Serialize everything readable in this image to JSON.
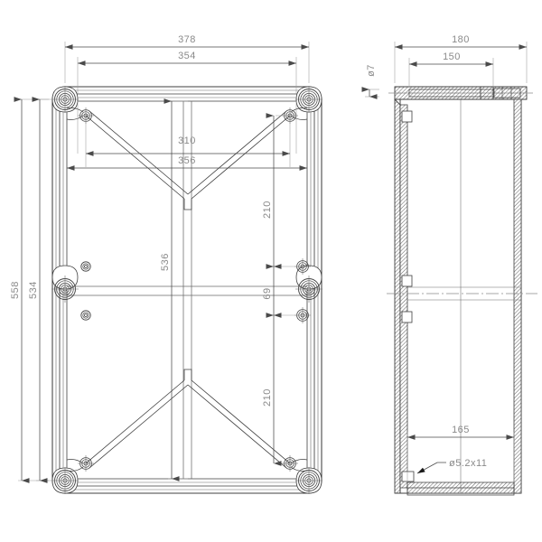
{
  "drawing": {
    "type": "technical-engineering-drawing",
    "title": "Enclosure housing - front view and side section",
    "units": "mm",
    "line_color": "#3f3f3f",
    "dim_color": "#8a8a8a",
    "hatch_color": "#6b6b6b",
    "background": "#ffffff"
  },
  "front_view": {
    "name": "front-view",
    "dimensions": {
      "overall_width": "378",
      "inner_width": "354",
      "overall_height": "558",
      "inner_height": "534",
      "boss_span_width": "310",
      "rib_span_width": "356",
      "center_height": "536",
      "upper_segment": "210",
      "middle_segment": "69",
      "lower_segment": "210"
    }
  },
  "side_view": {
    "name": "side-section-view",
    "dimensions": {
      "overall_depth": "180",
      "inner_depth": "150",
      "lid_thickness": "ø7",
      "base_depth": "165",
      "hole_callout": "ø5.2x11"
    }
  },
  "labels": {
    "w378": "378",
    "w354": "354",
    "w310": "310",
    "w356": "356",
    "h558": "558",
    "h534": "534",
    "h536": "536",
    "v210a": "210",
    "v69": "69",
    "v210b": "210",
    "d180": "180",
    "d150": "150",
    "d7": "ø7",
    "d165": "165",
    "hole": "ø5.2x11"
  }
}
